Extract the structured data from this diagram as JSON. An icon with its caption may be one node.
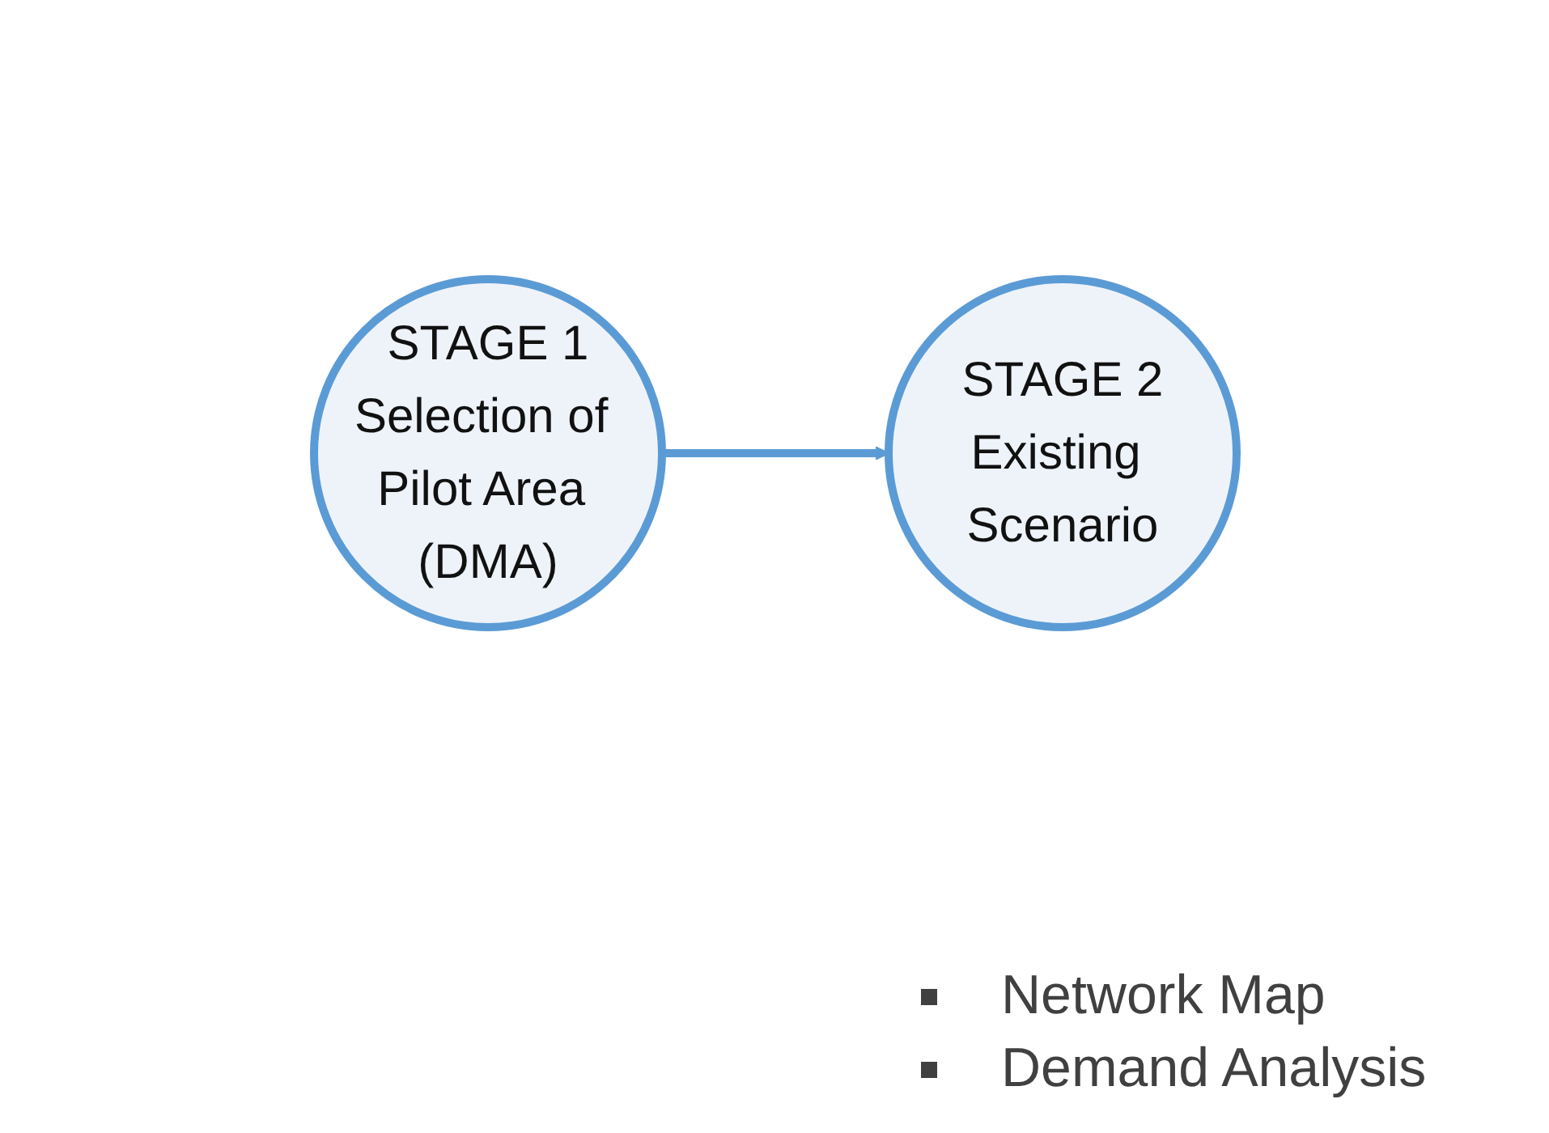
{
  "diagram": {
    "nodes": [
      {
        "text": [
          "STAGE 1",
          "Selection of Pilot Area (DMA)"
        ]
      },
      {
        "text": [
          "STAGE 2",
          "Existing Scenario"
        ],
        "beside": [
          "Network Map",
          "Demand Analysis"
        ]
      }
    ],
    "edges": [
      {
        "from": 0,
        "to": 1,
        "arrow": "to"
      }
    ]
  }
}
